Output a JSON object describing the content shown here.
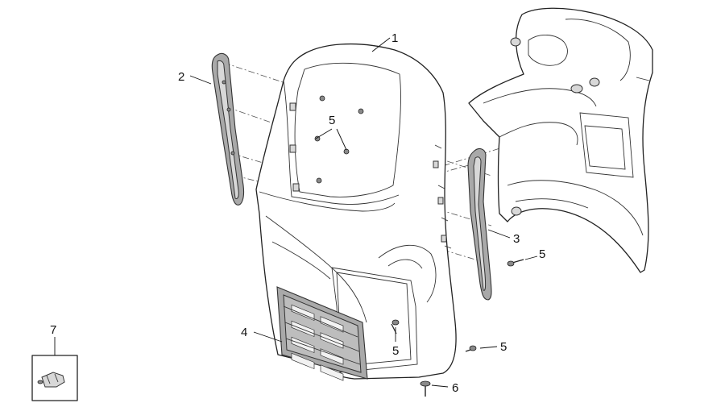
{
  "callouts": {
    "front_shield": "1",
    "left_trim_strip": "2",
    "right_trim_strip": "3",
    "grille": "4",
    "screw_upper": "5",
    "screw_right_upper": "5",
    "screw_center_lower": "5",
    "screw_right_lower": "5",
    "bottom_screw": "6",
    "clip_kit": "7"
  }
}
